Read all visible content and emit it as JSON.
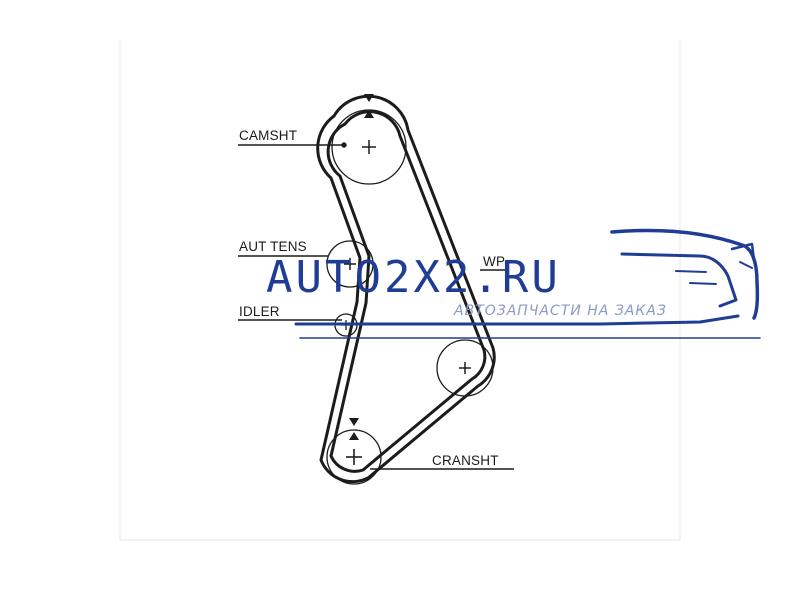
{
  "diagram": {
    "labels": {
      "camshaft": "CAMSHT",
      "auto_tensioner": "AUT TENS",
      "water_pump": "WP",
      "idler": "IDLER",
      "crankshaft": "CRANSHT"
    }
  },
  "watermark": {
    "brand": "AUTO2X2.RU",
    "tagline": "АВТОЗАПЧАСТИ НА ЗАКАЗ",
    "color": "#1f3d95",
    "tagline_color": "#8c99c4",
    "icon": "sports-car-icon"
  }
}
